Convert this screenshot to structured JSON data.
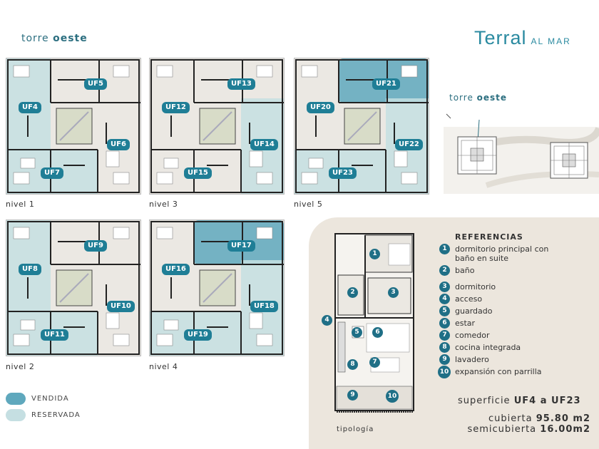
{
  "header": {
    "tower_prefix": "torre",
    "tower_name": "oeste",
    "brand_main": "Terral",
    "brand_sub": "AL MAR"
  },
  "site_map": {
    "tower_prefix": "torre",
    "tower_name": "oeste"
  },
  "levels": [
    {
      "label": "nivel 1",
      "units": [
        "UF5",
        "UF4",
        "UF6",
        "UF7"
      ]
    },
    {
      "label": "nivel 3",
      "units": [
        "UF13",
        "UF12",
        "UF14",
        "UF15"
      ]
    },
    {
      "label": "nivel 5",
      "units": [
        "UF21",
        "UF20",
        "UF22",
        "UF23"
      ]
    },
    {
      "label": "nivel 2",
      "units": [
        "UF9",
        "UF8",
        "UF10",
        "UF11"
      ]
    },
    {
      "label": "nivel 4",
      "units": [
        "UF17",
        "UF16",
        "UF18",
        "UF19"
      ]
    }
  ],
  "unit_status": {
    "UF4": "reservada",
    "UF7": "reservada",
    "UF14": "reservada",
    "UF21": "vendida",
    "UF22": "reservada",
    "UF23": "reservada",
    "UF8": "reservada",
    "UF11": "reservada",
    "UF17": "vendida",
    "UF18": "reservada",
    "UF19": "reservada"
  },
  "legend": {
    "sold": {
      "label": "VENDIDA",
      "color": "#5fa8bd"
    },
    "reserved": {
      "label": "RESERVADA",
      "color": "#c5dfe2"
    }
  },
  "references": {
    "title": "REFERENCIAS",
    "items": [
      {
        "n": "1",
        "text": "dormitorio principal con",
        "text2": "baño en suite"
      },
      {
        "n": "2",
        "text": "baño"
      },
      {
        "n": "3",
        "text": "dormitorio"
      },
      {
        "n": "4",
        "text": "acceso"
      },
      {
        "n": "5",
        "text": "guardado"
      },
      {
        "n": "6",
        "text": "estar"
      },
      {
        "n": "7",
        "text": "comedor"
      },
      {
        "n": "8",
        "text": "cocina integrada"
      },
      {
        "n": "9",
        "text": "lavadero"
      },
      {
        "n": "10",
        "text": "expansión con parrilla"
      }
    ]
  },
  "typology": {
    "label": "tipología",
    "surface_prefix": "superficie",
    "surface_units": "UF4 a UF23",
    "covered_label": "cubierta",
    "covered_value": "95.80 m2",
    "semi_label": "semicubierta",
    "semi_value": "16.00m2"
  },
  "colors": {
    "badge": "#1f7e96",
    "sold": "#5fa8bd",
    "reserved": "#c5dfe2",
    "panel": "#ece6dd",
    "brand": "#2a8aa0"
  }
}
